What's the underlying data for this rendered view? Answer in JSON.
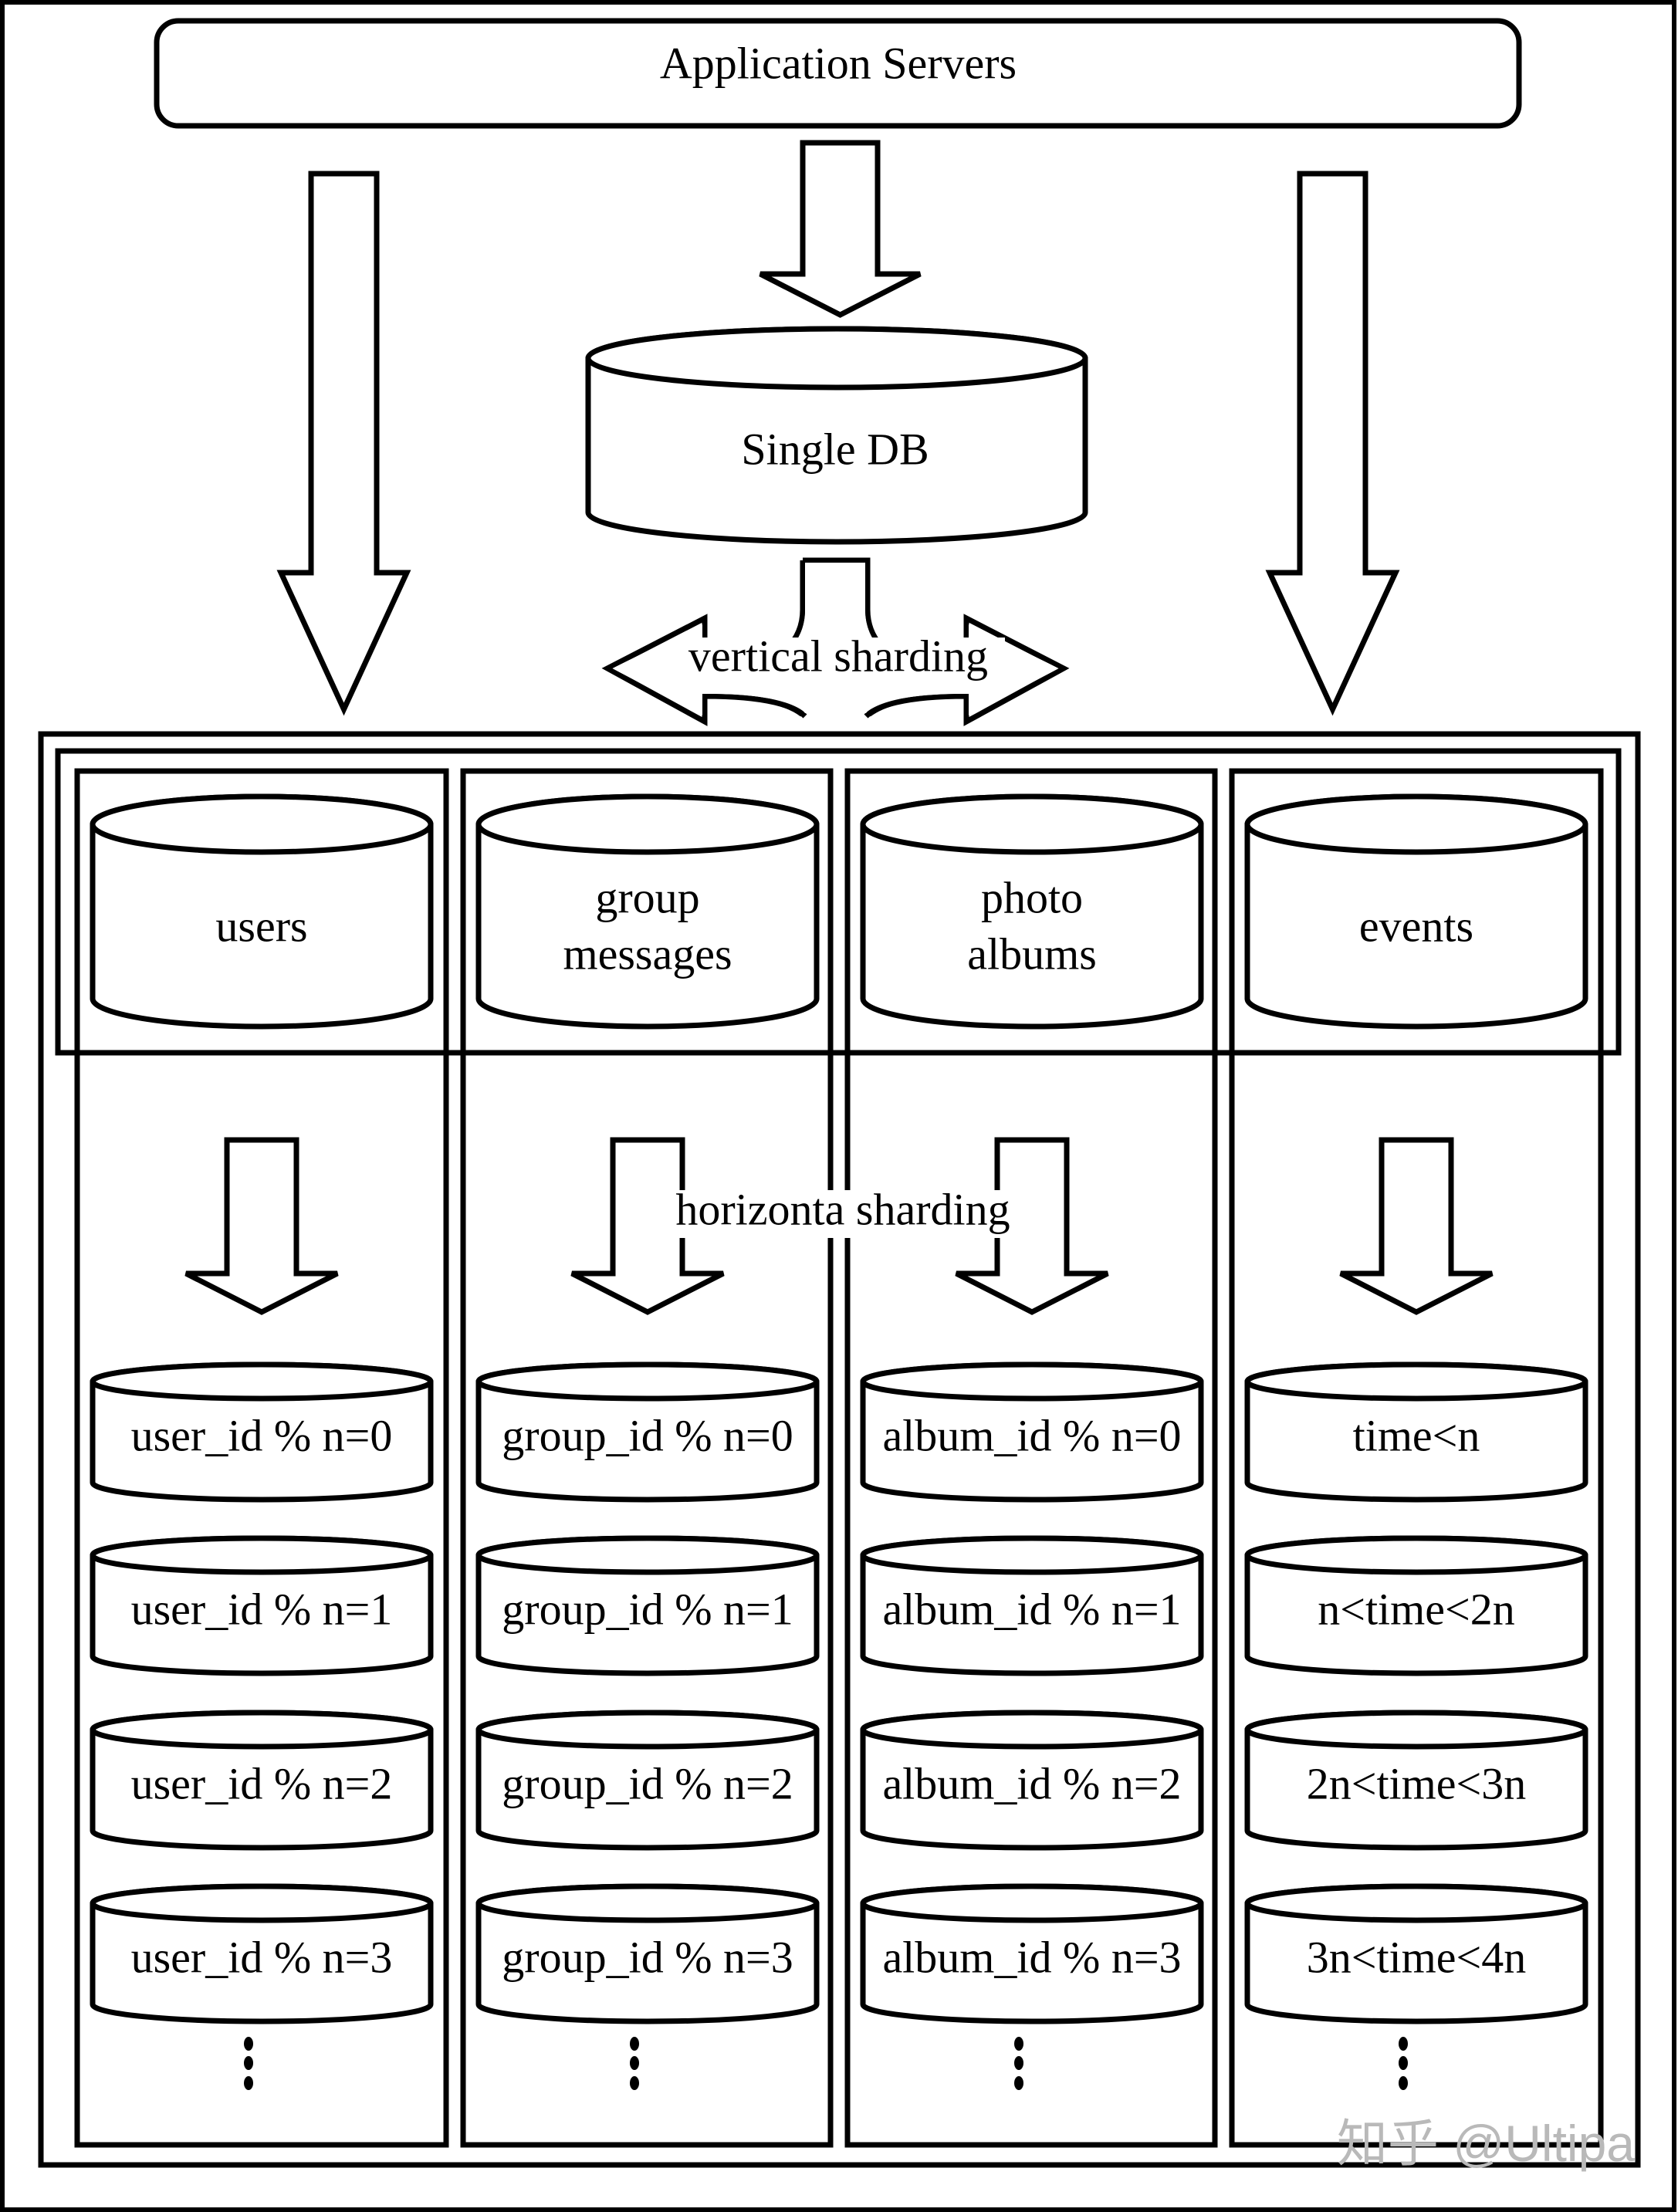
{
  "diagram": {
    "title_box": {
      "label": "Application Servers"
    },
    "single_db": {
      "label": "Single DB"
    },
    "vertical_sharding": {
      "label": "vertical sharding"
    },
    "horizontal_sharding": {
      "label": "horizonta sharding"
    },
    "columns": [
      {
        "id": "users",
        "label_lines": [
          "users"
        ],
        "shards": [
          "user_id % n=0",
          "user_id % n=1",
          "user_id % n=2",
          "user_id % n=3"
        ],
        "more": "⋮"
      },
      {
        "id": "group-messages",
        "label_lines": [
          "group",
          "messages"
        ],
        "shards": [
          "group_id % n=0",
          "group_id % n=1",
          "group_id % n=2",
          "group_id % n=3"
        ],
        "more": "⋮"
      },
      {
        "id": "photo-albums",
        "label_lines": [
          "photo",
          "albums"
        ],
        "shards": [
          "album_id % n=0",
          "album_id % n=1",
          "album_id % n=2",
          "album_id % n=3"
        ],
        "more": "⋮"
      },
      {
        "id": "events",
        "label_lines": [
          "events"
        ],
        "shards": [
          "time<n",
          "n<time<2n",
          "2n<time<3n",
          "3n<time<4n"
        ],
        "more": "⋮"
      }
    ],
    "watermark": "知乎 @Ultipa"
  },
  "colors": {
    "stroke": "#000000",
    "background": "#ffffff",
    "watermark": "#b9b9b9"
  }
}
